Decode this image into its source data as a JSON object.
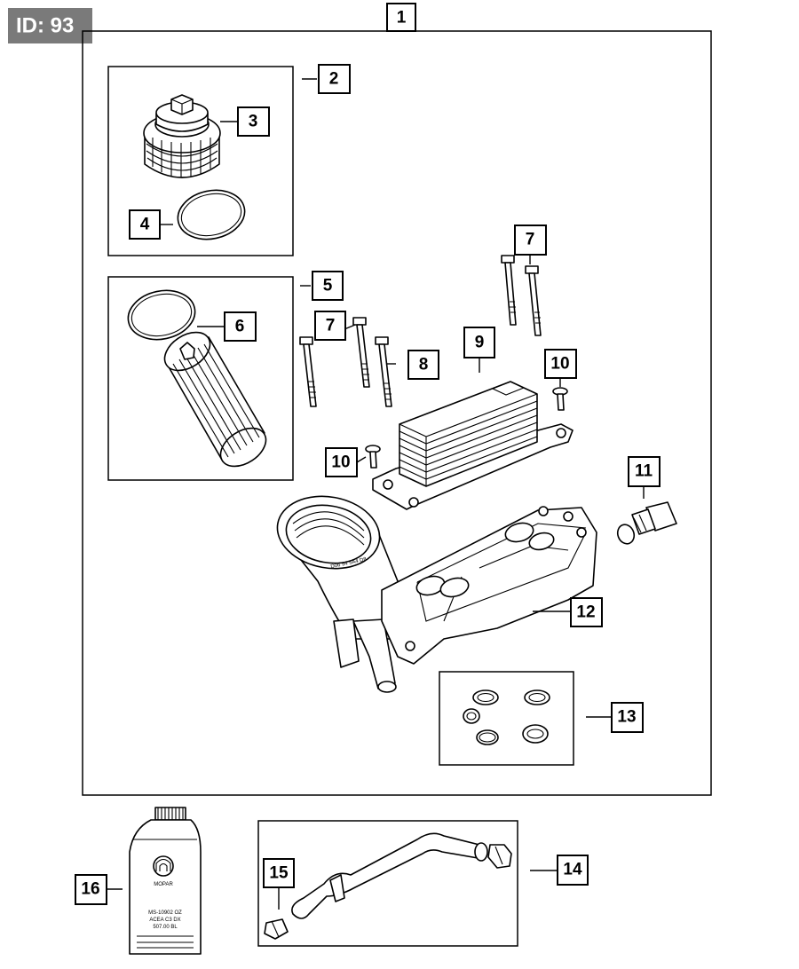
{
  "badge": {
    "text": "ID: 93",
    "background": "#7a7a7a",
    "color": "#ffffff"
  },
  "callouts": {
    "c1": "1",
    "c2": "2",
    "c3": "3",
    "c4": "4",
    "c5": "5",
    "c6": "6",
    "c7a": "7",
    "c7b": "7",
    "c8": "8",
    "c9": "9",
    "c10a": "10",
    "c10b": "10",
    "c11": "11",
    "c12": "12",
    "c13": "13",
    "c14": "14",
    "c15": "15",
    "c16": "16"
  },
  "parts": [
    {
      "callout": "1",
      "name": "filter-housing-assembly-frame"
    },
    {
      "callout": "2",
      "name": "oil-filter-cap-kit"
    },
    {
      "callout": "3",
      "name": "oil-filter-cap"
    },
    {
      "callout": "4",
      "name": "cap-o-ring"
    },
    {
      "callout": "5",
      "name": "oil-filter-kit"
    },
    {
      "callout": "6",
      "name": "oil-filter-element"
    },
    {
      "callout": "7",
      "name": "bolts"
    },
    {
      "callout": "8",
      "name": "bolt"
    },
    {
      "callout": "9",
      "name": "oil-cooler"
    },
    {
      "callout": "10",
      "name": "screws"
    },
    {
      "callout": "11",
      "name": "oil-pressure-sensor"
    },
    {
      "callout": "12",
      "name": "oil-filter-adapter-housing"
    },
    {
      "callout": "13",
      "name": "seal-kit"
    },
    {
      "callout": "14",
      "name": "coolant-hose-kit"
    },
    {
      "callout": "15",
      "name": "hose-clamp"
    },
    {
      "callout": "16",
      "name": "oil-bottle"
    }
  ],
  "bottle_label": {
    "brand": "MOPAR",
    "code1": "MS-10902 OZ",
    "code2": "ACEA C3 DX",
    "code3": "507.00 BL"
  }
}
